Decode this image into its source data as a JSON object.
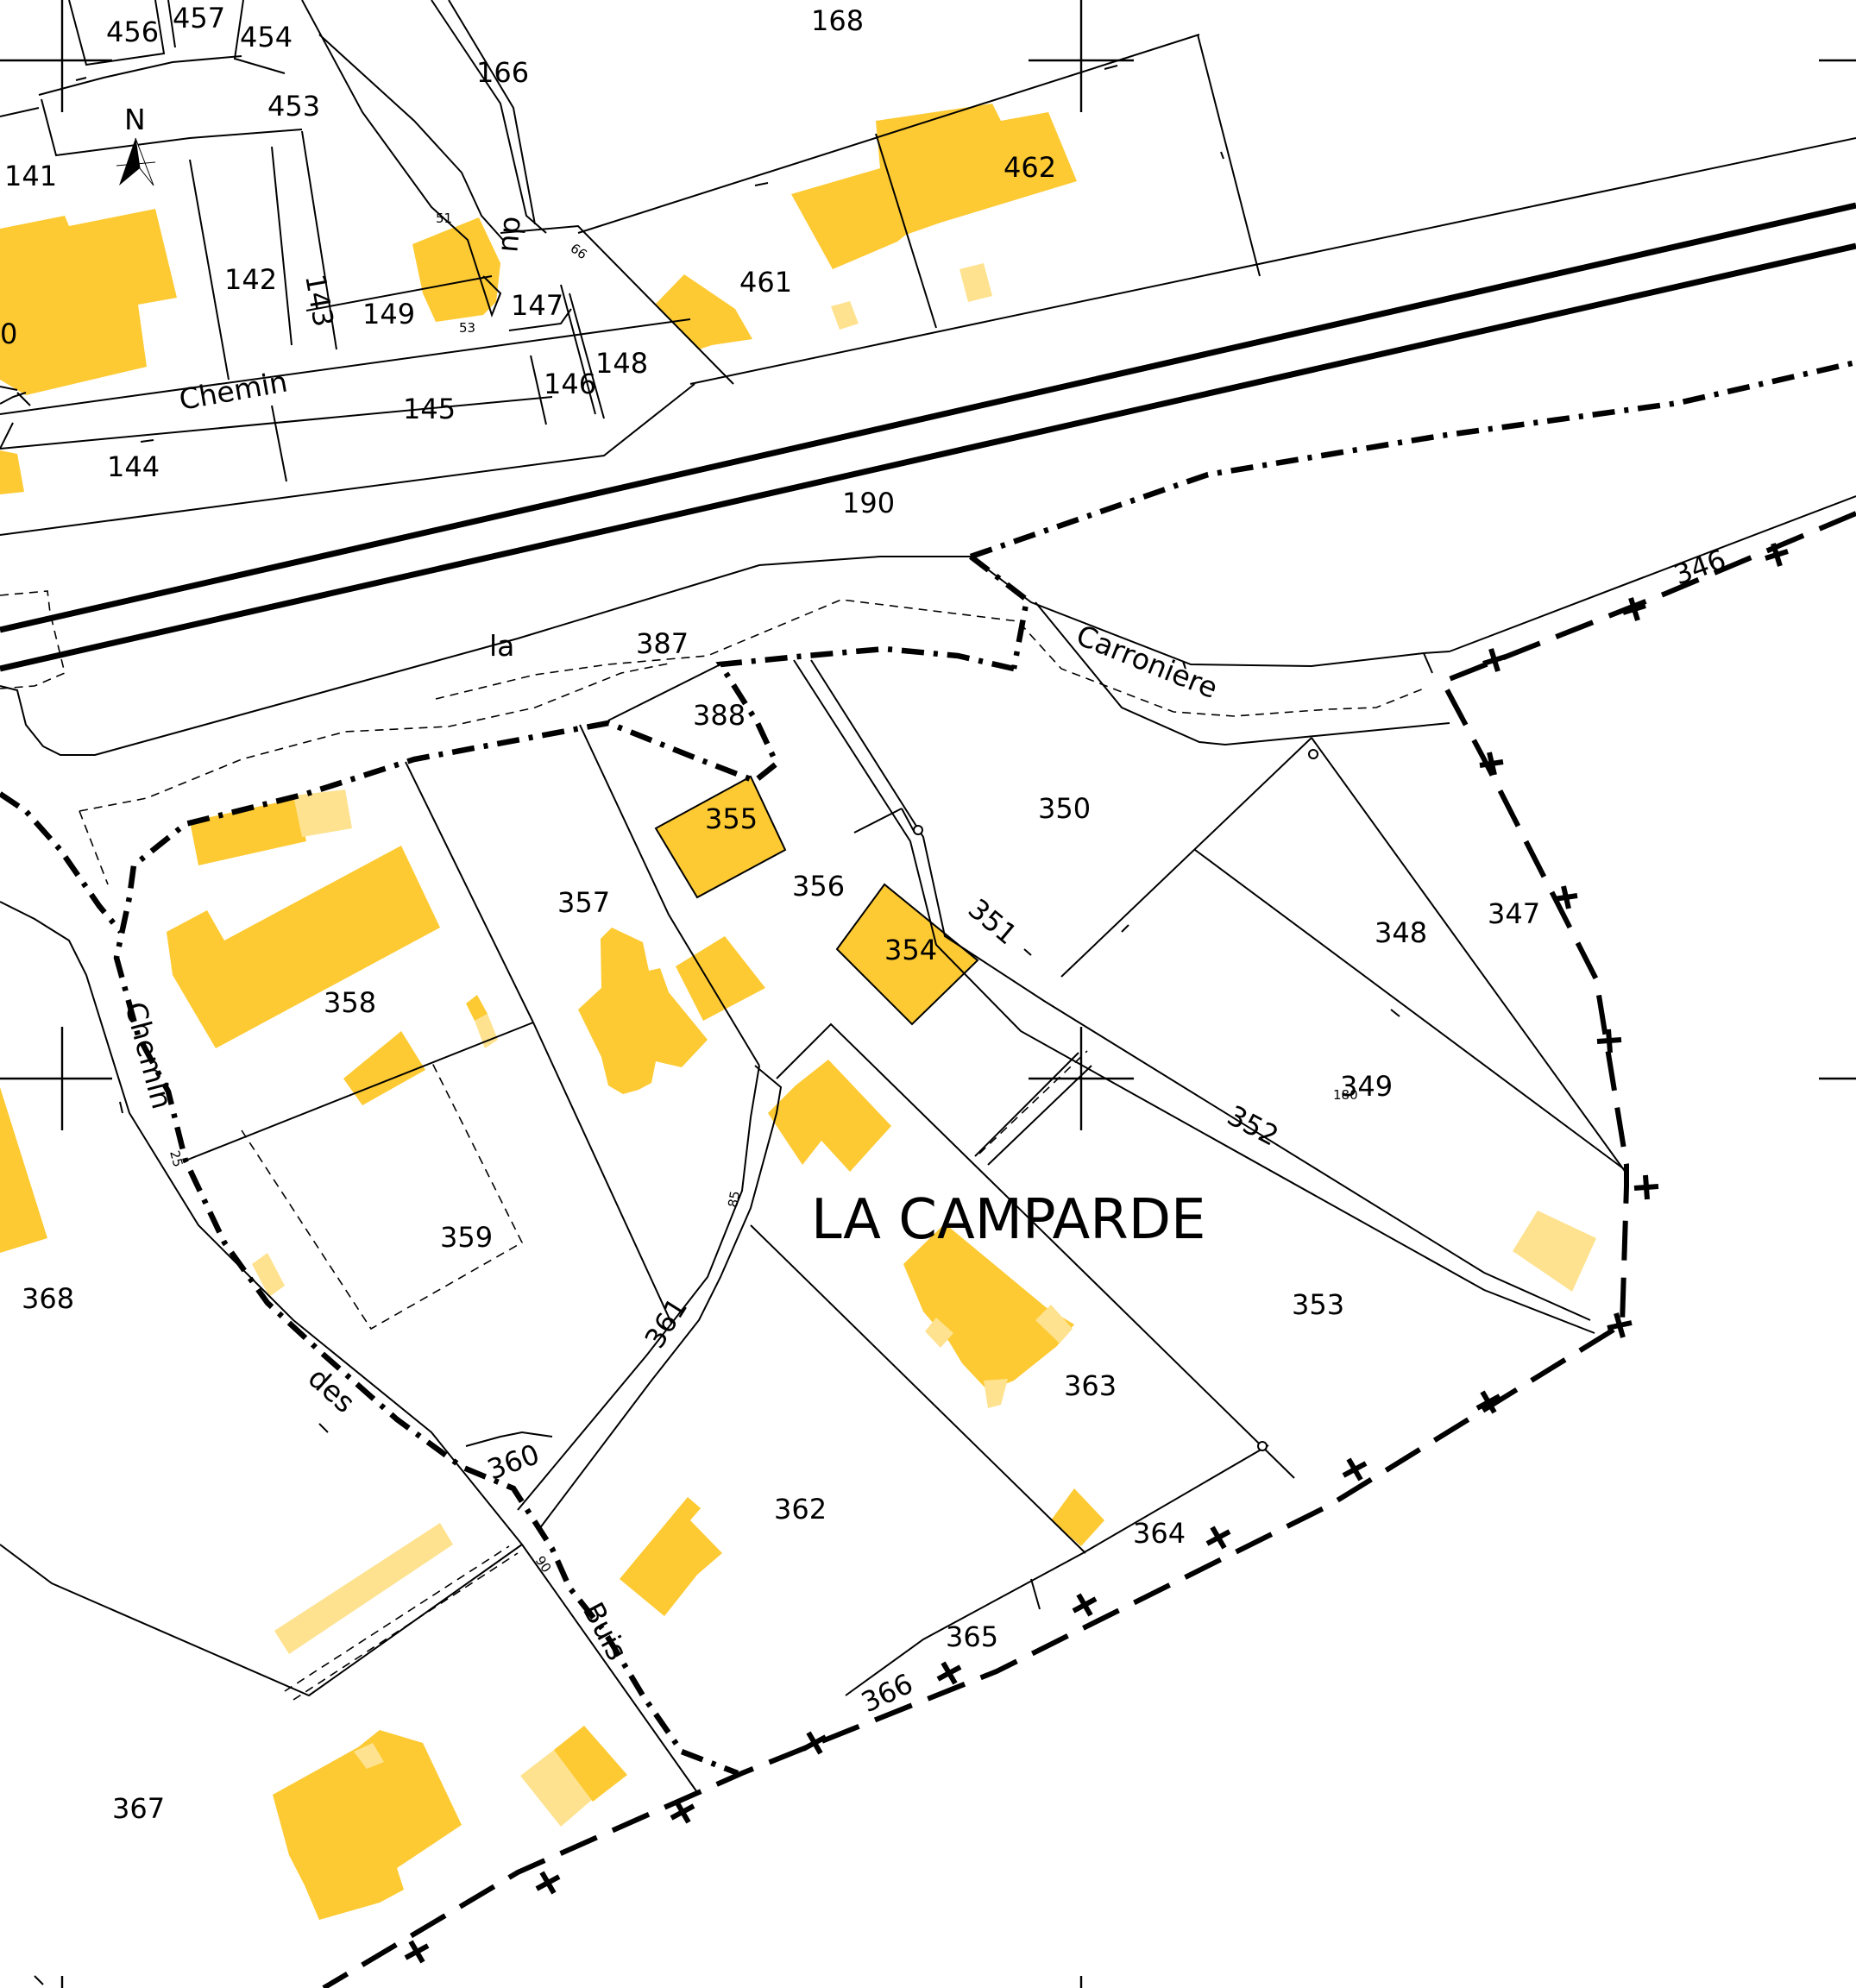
{
  "map": {
    "place_name": "LA CAMPARDE",
    "north_symbol": "N",
    "colors": {
      "building": "#fdca33",
      "building_light": "#fee28f",
      "lines": "#000000",
      "background": "#ffffff"
    },
    "road_labels": {
      "chemin_north": "Chemin",
      "du": "du",
      "la": "la",
      "carroniere": "Carronière",
      "chemin_west": "Chemin",
      "des": "des",
      "buis": "Buis"
    },
    "parcels": {
      "p456": "456",
      "p457": "457",
      "p454": "454",
      "p168": "168",
      "p166": "166",
      "p453": "453",
      "p141": "141",
      "p462": "462",
      "p142": "142",
      "p143": "143",
      "p149": "149",
      "p147": "147",
      "p461": "461",
      "p0": "0",
      "p148": "148",
      "p146": "146",
      "p145": "145",
      "p144": "144",
      "p190": "190",
      "p346": "346",
      "p387": "387",
      "p388": "388",
      "p350": "350",
      "p355": "355",
      "p356": "356",
      "p357": "357",
      "p351": "351",
      "p354": "354",
      "p348": "348",
      "p347": "347",
      "p358": "358",
      "p349": "349",
      "p352": "352",
      "p359": "359",
      "p368": "368",
      "p353": "353",
      "p361": "361",
      "p363": "363",
      "p360": "360",
      "p362": "362",
      "p364": "364",
      "p365": "365",
      "p366": "366",
      "p367": "367"
    },
    "small_numbers": {
      "n51": "51",
      "n53": "53",
      "n66": "66",
      "n25": "25",
      "n85": "85",
      "n90": "90",
      "n180": "180"
    }
  }
}
